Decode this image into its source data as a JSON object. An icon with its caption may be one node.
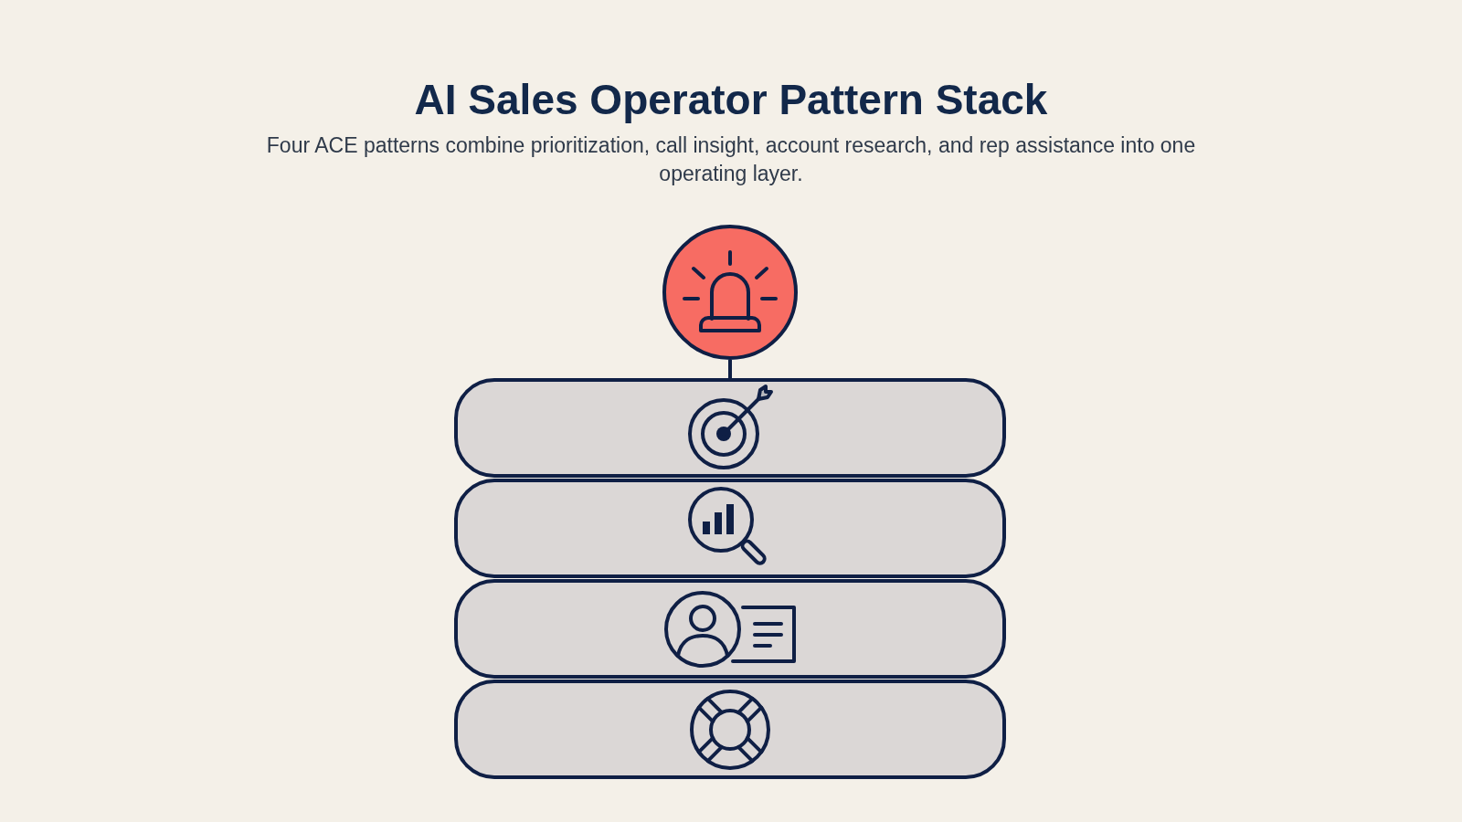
{
  "diagram": {
    "title": "AI Sales Operator Pattern Stack",
    "caption": "Four ACE patterns combine prioritization, call insight, account research, and rep assistance into one operating layer.",
    "nodes": [
      {
        "text": [],
        "shape": "circle"
      },
      {
        "text": [],
        "shape": "box"
      },
      {
        "text": [],
        "shape": "box"
      },
      {
        "text": [],
        "shape": "box"
      },
      {
        "text": [],
        "shape": "box"
      }
    ],
    "edges": [
      {
        "from": 0,
        "to": 1,
        "arrow": "none"
      }
    ]
  }
}
